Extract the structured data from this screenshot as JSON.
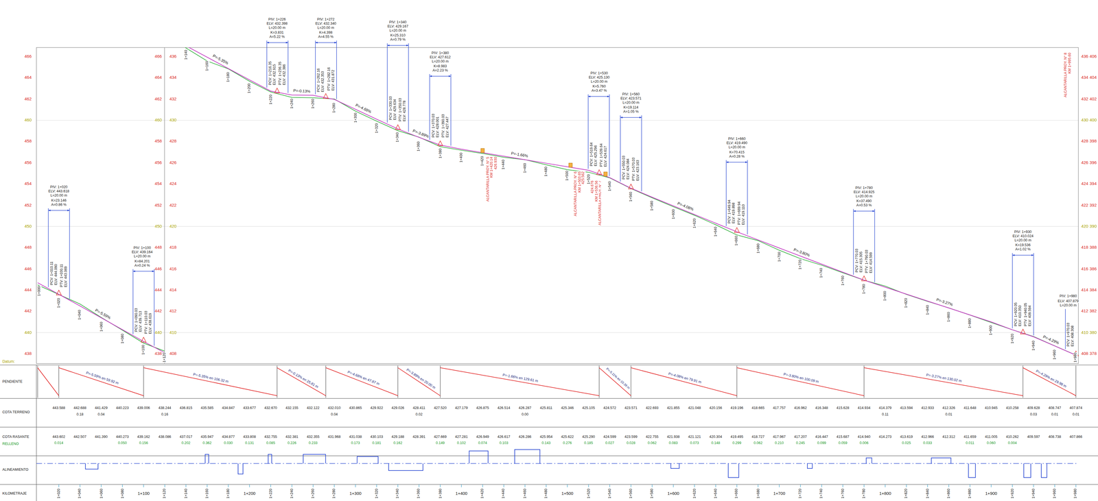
{
  "diagram": {
    "labels": [
      "466",
      "464",
      "462",
      "460",
      "458",
      "456",
      "454",
      "452",
      "450",
      "448",
      "446",
      "444",
      "442",
      "440",
      "438",
      "466",
      "464",
      "462",
      "460",
      "458",
      "456",
      "454",
      "452",
      "450",
      "448",
      "446",
      "444",
      "442",
      "440",
      "438",
      "436",
      "434",
      "432",
      "430",
      "428",
      "426",
      "424",
      "422",
      "420",
      "418",
      "416",
      "414",
      "412",
      "410",
      "408",
      "436",
      "434",
      "432",
      "430",
      "428",
      "426",
      "424",
      "422",
      "420",
      "418",
      "416",
      "414",
      "412",
      "410",
      "408",
      "406",
      "404",
      "402",
      "400",
      "398",
      "396",
      "394",
      "392",
      "390",
      "388",
      "386",
      "384",
      "382",
      "380",
      "378",
      "Datum:",
      "1+000",
      "1+020",
      "1+040",
      "1+060",
      "1+080",
      "1+100",
      "1+120",
      "1+140",
      "1+160",
      "1+180",
      "1+200",
      "1+220",
      "1+240",
      "1+260",
      "1+280",
      "1+300",
      "1+320",
      "1+340",
      "1+360",
      "1+380",
      "1+400",
      "1+420",
      "1+440",
      "1+460",
      "1+480",
      "1+500",
      "1+520",
      "1+540",
      "1+560",
      "1+580",
      "1+600",
      "1+620",
      "1+640",
      "1+660",
      "1+680",
      "1+700",
      "1+720",
      "1+740",
      "1+760",
      "1+780",
      "1+800",
      "1+820",
      "1+840",
      "1+860",
      "1+880",
      "1+900",
      "1+920",
      "1+940",
      "1+960",
      "1+980",
      "PIV: 1+020",
      "ELV: 443.618",
      "L=20.00 m",
      "K=23.146",
      "A=0.86 %",
      "PCV: 1+010.11",
      "ELV: 444.090",
      "PTV: 1+030.11",
      "ELV: 443.069",
      "PIV: 1+100",
      "ELV: 439.164",
      "L=20.00 m",
      "K=84.201",
      "A=0.24 %",
      "PCV: 1+090.03",
      "ELV: 439.713",
      "PTV: 1+110.03",
      "ELV: 438.619",
      "PIV: 1+226",
      "ELV: 432.398",
      "L=20.00 m",
      "K=3.831",
      "A=5.22 %",
      "PCV: 1+216.35",
      "ELV: 432.915",
      "PTV: 1+236.35",
      "ELV: 432.386",
      "PIV: 1+272",
      "ELV: 432.340",
      "L=20.00 m",
      "K=4.398",
      "A=4.55 %",
      "PCV: 1+262.16",
      "ELV: 432.353",
      "PTV: 1+282.16",
      "ELV: 431.872",
      "PIV: 1+340",
      "ELV: 429.167",
      "L=20.00 m",
      "K=25.310",
      "A=0.79 %",
      "PCV: 1+330.03",
      "ELV: 429.634",
      "PTV: 1+350.03",
      "ELV: 428.778",
      "PIV: 1+380",
      "ELV: 427.612",
      "L=20.00 m",
      "K=8.983",
      "A=2.23 %",
      "PCV: 1+370.03",
      "ELV: 428.001",
      "PTV: 1+390.03",
      "ELV: 427.447",
      "PIV: 1+530",
      "ELV: 425.130",
      "L=20.00 m",
      "K=5.760",
      "A=3.47 %",
      "PCV: 1+519.64",
      "ELV: 425.296",
      "PTV: 1+539.64",
      "ELV: 424.617",
      "PIV: 1+560",
      "ELV: 423.571",
      "L=20.00 m",
      "K=19.114",
      "A=1.05 %",
      "PCV: 1+550.03",
      "ELV: 424.084",
      "PTV: 1+570.03",
      "ELV: 423.163",
      "PIV: 1+660",
      "ELV: 419.490",
      "L=20.00 m",
      "K=70.415",
      "A=0.28 %",
      "PCV: 1+649.94",
      "ELV: 419.898",
      "PTV: 1+669.94",
      "ELV: 419.110",
      "PIV: 1+780",
      "ELV: 414.925",
      "L=20.00 m",
      "K=37.490",
      "A=0.53 %",
      "PCV: 1+770.03",
      "ELV: 415.305",
      "PTV: 1+790.03",
      "ELV: 414.599",
      "PIV: 1+930",
      "ELV: 410.024",
      "L=20.00 m",
      "K=19.536",
      "A=1.02 %",
      "PCV: 1+920.05",
      "ELV: 410.350",
      "PTV: 1+940.05",
      "ELV: 409.594",
      "PIV: 1+980",
      "ELV: 407.879",
      "L=20.00 m",
      "PCV: 1+970.03",
      "ELV: 408.308",
      "P=-5.59%",
      "P=-5.35%",
      "P=-0.13%",
      "P=-4.68%",
      "P=-3.89%",
      "P=-1.66%",
      "P=-4.08%",
      "P=-3.80%",
      "P=-3.27%",
      "P=-4.29%",
      "ALCANTARILLA PROY. N° 5",
      "KM 1+420.14",
      "426.930",
      "ALCANTARILLA PROY. N° 6",
      "KM 1+503.65",
      "425.562",
      "ALCANTARILLA PROY. N° 7",
      "KM 1+536.56",
      "424.676",
      "ALCANTARILLA PROY. N° 8",
      "KM 1+995.60",
      "PENDIENTE",
      "COTA TERRENO",
      "COTA RASANTE",
      "RELLENO",
      "ALINEAMIENTO",
      "KILOMETRAJE",
      "P=-5.59% en 59.92 m",
      "P=-5.35% en 106.32 m",
      "P=-0.13% en 25.81 m",
      "P=-4.68% en 47.87 m",
      "P=-3.89% en 20.00 m",
      "P=-1.66% en 129.61 m",
      "P=-5.11% en 10.39 m",
      "P=-4.08% en 79.91 m",
      "P=-3.80% en 100.09 m",
      "P=-3.27% en 130.02 m",
      "P=-4.29% en 29.98 m",
      "443.588",
      "442.688",
      "441.429",
      "440.223",
      "439.006",
      "438.244",
      "436.815",
      "435.585",
      "434.847",
      "433.677",
      "432.670",
      "432.155",
      "432.122",
      "432.010",
      "430.865",
      "429.922",
      "429.026",
      "428.411",
      "427.520",
      "427.179",
      "426.875",
      "426.514",
      "426.287",
      "425.811",
      "425.346",
      "425.105",
      "424.572",
      "423.571",
      "422.693",
      "421.855",
      "421.048",
      "420.156",
      "419.196",
      "418.665",
      "417.757",
      "416.962",
      "416.348",
      "415.628",
      "414.934",
      "414.379",
      "413.594",
      "412.933",
      "412.326",
      "411.648",
      "410.945",
      "410.258",
      "409.628",
      "408.747",
      "407.874",
      "0.18",
      "0.04",
      "0.16",
      "0.04",
      "0.02",
      "0.00",
      "0.11",
      "0.01",
      "0.03",
      "0.01",
      "0.01",
      "443.602",
      "442.507",
      "441.390",
      "440.273",
      "439.162",
      "438.086",
      "437.017",
      "435.947",
      "434.877",
      "433.808",
      "432.755",
      "432.381",
      "432.355",
      "431.968",
      "431.038",
      "430.103",
      "429.188",
      "428.391",
      "427.669",
      "427.281",
      "426.949",
      "426.617",
      "426.286",
      "425.954",
      "425.622",
      "425.290",
      "424.599",
      "423.599",
      "422.755",
      "421.938",
      "421.121",
      "420.304",
      "419.495",
      "418.727",
      "417.967",
      "417.207",
      "416.447",
      "415.687",
      "414.940",
      "414.273",
      "413.619",
      "412.966",
      "412.312",
      "411.659",
      "411.005",
      "410.262",
      "409.597",
      "408.738",
      "407.866",
      "0.014",
      "0.050",
      "0.156",
      "0.202",
      "0.362",
      "0.030",
      "0.131",
      "0.085",
      "0.226",
      "0.233",
      "0.173",
      "0.181",
      "0.162",
      "0.149",
      "0.102",
      "0.074",
      "0.103",
      "0.143",
      "0.276",
      "0.185",
      "0.027",
      "0.028",
      "0.062",
      "0.083",
      "0.073",
      "0.148",
      "0.299",
      "0.062",
      "0.210",
      "0.245",
      "0.099",
      "0.059",
      "0.006",
      "0.025",
      "0.033",
      "0.011",
      "0.060",
      "0.004",
      "1+020",
      "1+040",
      "1+060",
      "1+080",
      "1+100",
      "1+120",
      "1+140",
      "1+160",
      "1+180",
      "1+200",
      "1+220",
      "1+240",
      "1+260",
      "1+280",
      "1+300",
      "1+320",
      "1+340",
      "1+360",
      "1+380",
      "1+400",
      "1+420",
      "1+440",
      "1+460",
      "1+480",
      "1+500",
      "1+520",
      "1+540",
      "1+560",
      "1+580",
      "1+600",
      "1+620",
      "1+640",
      "1+660",
      "1+680",
      "1+700",
      "1+720",
      "1+740",
      "1+760",
      "1+780",
      "1+800",
      "1+820",
      "1+840",
      "1+860",
      "1+880",
      "1+900",
      "1+920",
      "1+940",
      "1+960",
      "1+980"
    ]
  }
}
